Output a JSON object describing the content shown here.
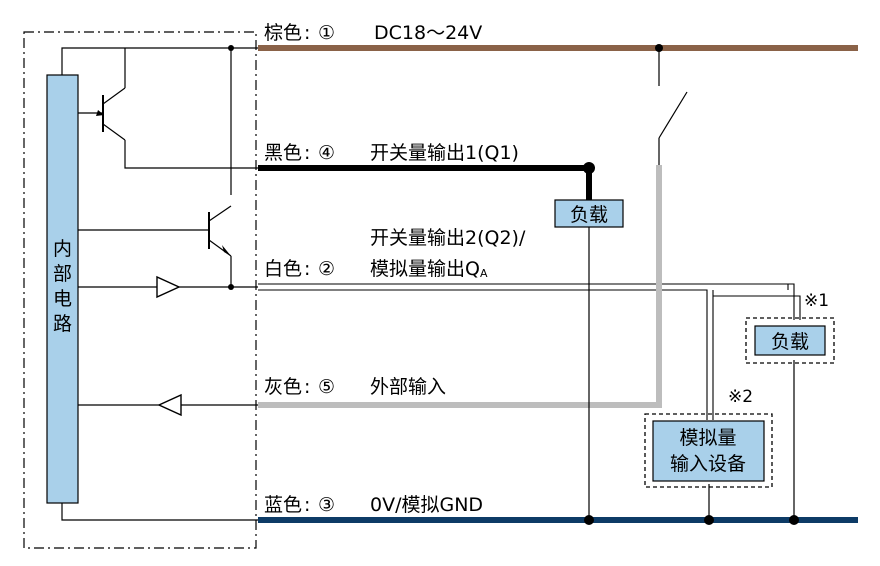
{
  "wires": {
    "brown": {
      "color_label": "棕色",
      "pin": "①",
      "signal": "DC18～24V",
      "line_color": "#8a6248"
    },
    "black": {
      "color_label": "黑色",
      "pin": "④",
      "signal": "开关量输出1(Q1)",
      "line_color": "#000000"
    },
    "white": {
      "color_label": "白色",
      "pin": "②",
      "signal_line1": "开关量输出2(Q2)/",
      "signal_line2": "模拟量输出Q",
      "signal_sub": "A",
      "line_color": "#ffffff"
    },
    "gray": {
      "color_label": "灰色",
      "pin": "⑤",
      "signal": "外部输入",
      "line_color": "#bdbdbd"
    },
    "blue": {
      "color_label": "蓝色",
      "pin": "③",
      "signal": "0V/模拟GND",
      "line_color": "#0d3b66"
    }
  },
  "separator": ":",
  "internal_circuit": {
    "label": [
      "内",
      "部",
      "电",
      "路"
    ],
    "fill": "#a9d0ea"
  },
  "load_1": {
    "label": "负载"
  },
  "load_2": {
    "label": "负载",
    "note": "※1"
  },
  "analog_device": {
    "label_line1": "模拟量",
    "label_line2": "输入设备",
    "note": "※2"
  }
}
